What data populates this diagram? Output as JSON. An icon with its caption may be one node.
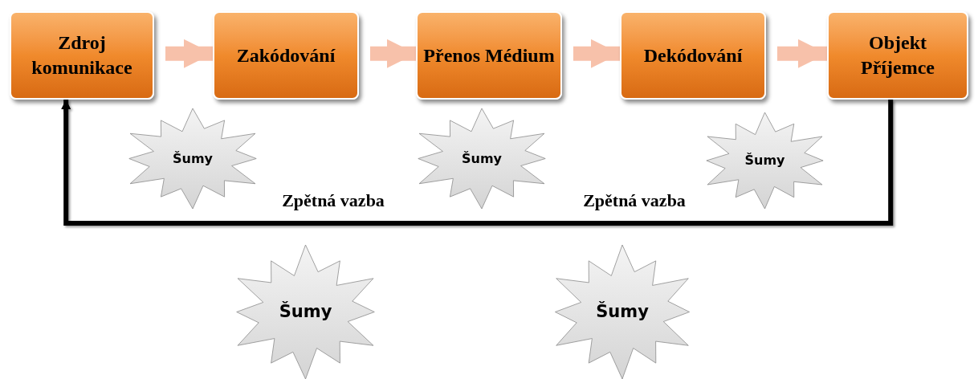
{
  "diagram": {
    "nodes": [
      {
        "text": [
          "Zdroj komunikace"
        ]
      },
      {
        "text": [
          "Zakódování"
        ]
      },
      {
        "text": [
          "Přenos Médium"
        ]
      },
      {
        "text": [
          "Dekódování"
        ]
      },
      {
        "text": [
          "Objekt Příjemce"
        ]
      },
      {
        "text": [
          "Šumy"
        ]
      },
      {
        "text": [
          "Šumy"
        ]
      },
      {
        "text": [
          "Šumy"
        ]
      },
      {
        "text": [
          "Šumy"
        ]
      },
      {
        "text": [
          "Šumy"
        ]
      }
    ],
    "edges": [
      {
        "from": 0,
        "to": 1,
        "arrow": "to"
      },
      {
        "from": 1,
        "to": 2,
        "arrow": "to"
      },
      {
        "from": 2,
        "to": 3,
        "arrow": "to"
      },
      {
        "from": 3,
        "to": 4,
        "arrow": "to"
      },
      {
        "from": 4,
        "to": 0,
        "arrow": "to",
        "label": "Zpětná vazba",
        "color": "#000000"
      }
    ],
    "labels": [
      "Zpětná vazba"
    ]
  }
}
